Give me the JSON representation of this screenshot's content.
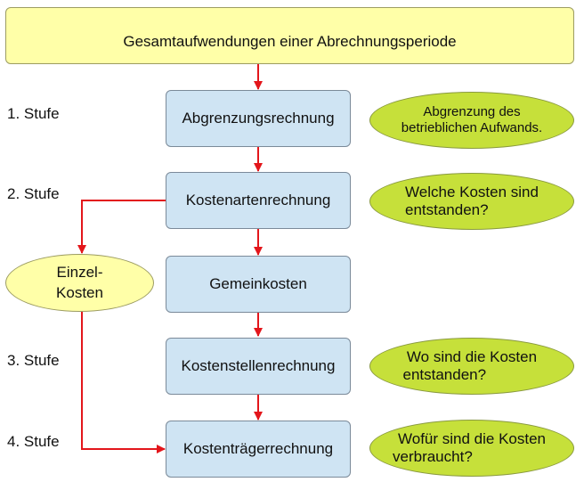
{
  "top": {
    "label": "Gesamtaufwendungen einer Abrechnungsperiode"
  },
  "levels": [
    "1. Stufe",
    "2. Stufe",
    "3. Stufe",
    "4. Stufe"
  ],
  "boxes": [
    "Abgrenzungsrechnung",
    "Kostenartenrechnung",
    "Gemeinkosten",
    "Kostenstellenrechnung",
    "Kostenträgerrechnung"
  ],
  "questions": [
    [
      "Abgrenzung des",
      "betrieblichen Aufwands."
    ],
    [
      "Welche Kosten sind",
      "entstanden?"
    ],
    [
      "Wo sind die Kosten",
      "entstanden?"
    ],
    [
      "Wofür sind die Kosten",
      "verbraucht?"
    ]
  ],
  "einzel": [
    "Einzel-",
    "Kosten"
  ],
  "colors": {
    "arrow": "#e3161b",
    "box": "#cfe4f3",
    "top": "#ffffa8",
    "ellipse": "#c6e03a"
  }
}
